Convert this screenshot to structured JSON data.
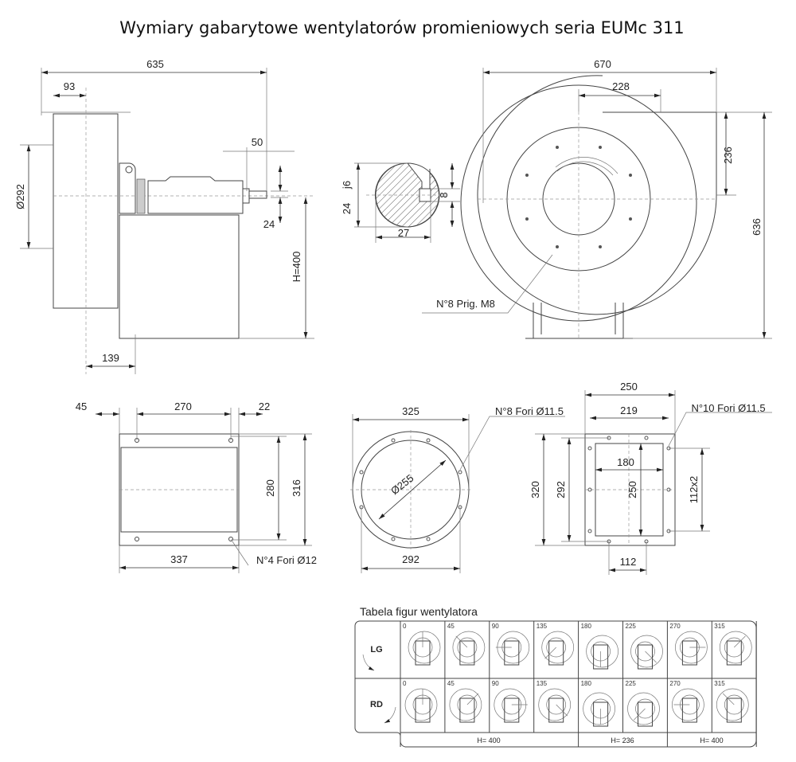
{
  "title": "Wymiary gabarytowe wentylatorów promieniowych seria EUMc 311",
  "side_view": {
    "d635": "635",
    "d93": "93",
    "d292": "Ø292",
    "d50": "50",
    "d24": "24",
    "h400": "H=400",
    "d139": "139"
  },
  "shaft_section": {
    "j6": "j6",
    "d24": "24",
    "d27": "27",
    "d8": "8"
  },
  "front_view": {
    "d670": "670",
    "d228": "228",
    "d236": "236",
    "d636": "636",
    "note": "N°8 Prig. M8"
  },
  "outlet_flange": {
    "d45": "45",
    "d270": "270",
    "d22": "22",
    "d280": "280",
    "d316": "316",
    "d337": "337",
    "note": "N°4 Fori Ø12"
  },
  "inlet_flange": {
    "d325": "325",
    "d255": "Ø255",
    "d292": "292",
    "note": "N°8 Fori Ø11.5"
  },
  "motor_plate": {
    "d250": "250",
    "d219": "219",
    "d180": "180",
    "d250v": "250",
    "d320": "320",
    "d292": "292",
    "d112x2": "112x2",
    "d112": "112",
    "note": "N°10 Fori Ø11.5"
  },
  "table": {
    "title": "Tabela figur wentylatora",
    "rows": [
      "LG",
      "RD"
    ],
    "angles": [
      "0",
      "45",
      "90",
      "135",
      "180",
      "225",
      "270",
      "315"
    ],
    "heights": [
      "H= 400",
      "H= 236",
      "H= 400"
    ]
  }
}
